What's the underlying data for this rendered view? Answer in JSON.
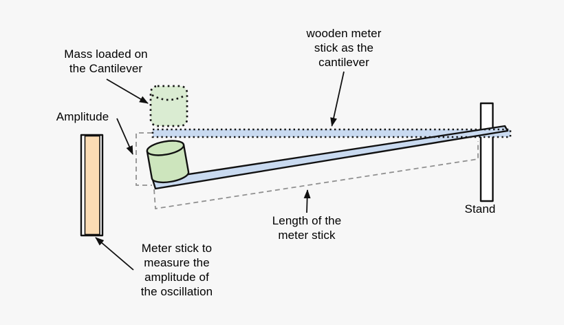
{
  "labels": {
    "mass": "Mass loaded on\nthe Cantilever",
    "cantilever": "wooden meter\nstick as the\ncantilever",
    "amplitude": "Amplitude",
    "amplitude_stick": "Meter stick to\nmeasure the\namplitude of\nthe oscillation",
    "length": "Length of the\nmeter stick",
    "stand": "Stand"
  },
  "colors": {
    "background": "#f7f7f7",
    "meter_stick_blue": "#c9daf0",
    "mass_green": "#cde5bd",
    "mass_ghost_green": "#daecd2",
    "amplitude_stick_tan": "#fbdcb4",
    "stand_white": "#ffffff",
    "outline": "#111111",
    "guide_gray": "#909090",
    "text": "#000000"
  }
}
